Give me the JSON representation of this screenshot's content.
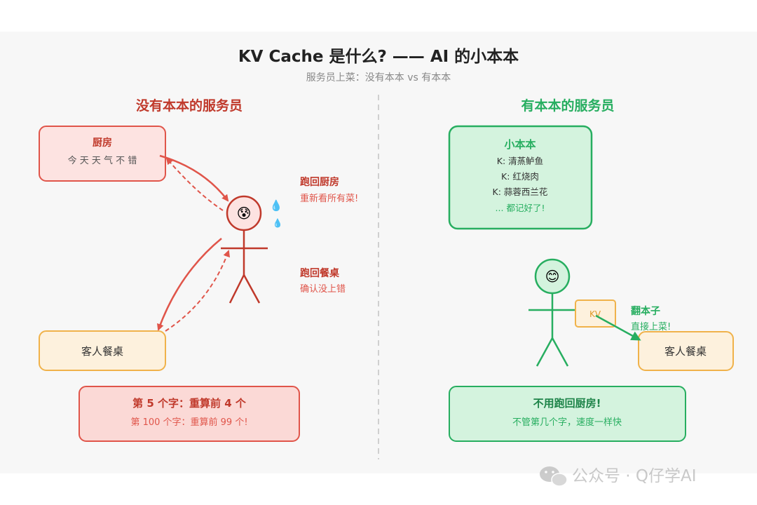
{
  "title": "KV Cache 是什么? —— AI 的小本本",
  "subtitle": "服务员上菜：没有本本 vs 有本本",
  "left": {
    "heading": "没有本本的服务员",
    "kitchen": {
      "title": "厨房",
      "text": "今 天 天 气 不 错"
    },
    "table": "客人餐桌",
    "back_kitchen": {
      "title": "跑回厨房",
      "sub": "重新看所有菜!"
    },
    "back_table": {
      "title": "跑回餐桌",
      "sub": "确认没上错"
    },
    "result": {
      "line1": "第 5 个字：重算前 4 个",
      "line2": "第 100 个字：重算前 99 个!"
    },
    "face": "😰",
    "sweat": "💧"
  },
  "right": {
    "heading": "有本本的服务员",
    "notebook": {
      "title": "小本本",
      "items": [
        "K: 清蒸鲈鱼",
        "K: 红烧肉",
        "K: 蒜蓉西兰花"
      ],
      "footer": "... 都记好了!"
    },
    "kv_tag": "KV",
    "flip": {
      "title": "翻本子",
      "sub": "直接上菜!"
    },
    "table": "客人餐桌",
    "result": {
      "line1": "不用跑回厨房!",
      "line2": "不管第几个字，速度一样快"
    },
    "face": "😊"
  },
  "watermark": "公众号 · Q仔学AI",
  "colors": {
    "red": "#e0554a",
    "red_dark": "#c0392b",
    "green": "#27ae60",
    "orange": "#f0b24a"
  },
  "icons": {
    "watermark": "wechat-icon"
  }
}
